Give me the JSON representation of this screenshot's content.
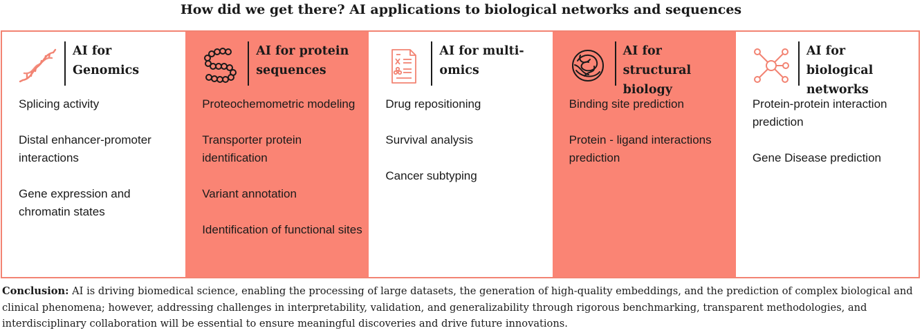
{
  "title": "How did we get there? AI applications to biological networks and sequences",
  "colors": {
    "accent": "#fa8474",
    "border": "#f28372",
    "text": "#1a1a1a"
  },
  "columns": [
    {
      "heading": "AI for Genomics",
      "icon": "dna-icon",
      "items": [
        "Splicing activity",
        "Distal enhancer-promoter interactions",
        "Gene expression and chromatin states"
      ]
    },
    {
      "heading": "AI for protein sequences",
      "icon": "protein-chain-icon",
      "items": [
        "Proteochemometric modeling",
        "Transporter protein identification",
        "Variant annotation",
        "Identification of functional sites"
      ]
    },
    {
      "heading": "AI for multi-omics",
      "icon": "report-document-icon",
      "items": [
        "Drug repositioning",
        "Survival analysis",
        "Cancer subtyping"
      ]
    },
    {
      "heading": "AI for structural biology",
      "icon": "protein-structure-icon",
      "items": [
        "Binding site prediction",
        "Protein - ligand interactions prediction"
      ]
    },
    {
      "heading": "AI for biological networks",
      "icon": "network-icon",
      "items": [
        "Protein-protein interaction prediction",
        "Gene Disease prediction"
      ]
    }
  ],
  "conclusion": {
    "label": "Conclusion:",
    "text": " AI is driving biomedical science, enabling the processing of large datasets, the generation of high-quality embeddings, and the prediction of complex biological and clinical phenomena; however, addressing challenges in interpretability, validation, and generalizability through rigorous benchmarking, transparent methodologies, and interdisciplinary collaboration will be essential to ensure meaningful discoveries and drive future innovations."
  }
}
